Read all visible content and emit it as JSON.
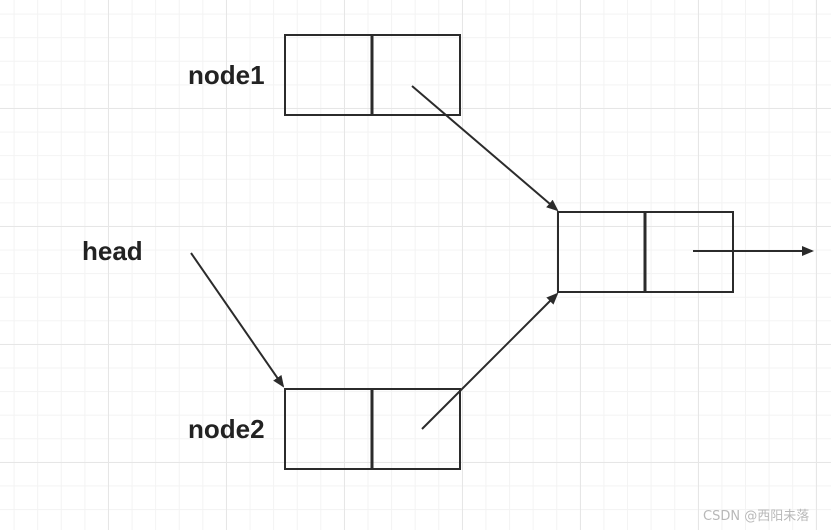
{
  "diagram": {
    "labels": {
      "node1": "node1",
      "node2": "node2",
      "head": "head"
    },
    "watermark": "CSDN @西阳未落"
  },
  "colors": {
    "line": "#2b2b2b",
    "text": "#222222",
    "watermark": "#b8b8b8"
  }
}
